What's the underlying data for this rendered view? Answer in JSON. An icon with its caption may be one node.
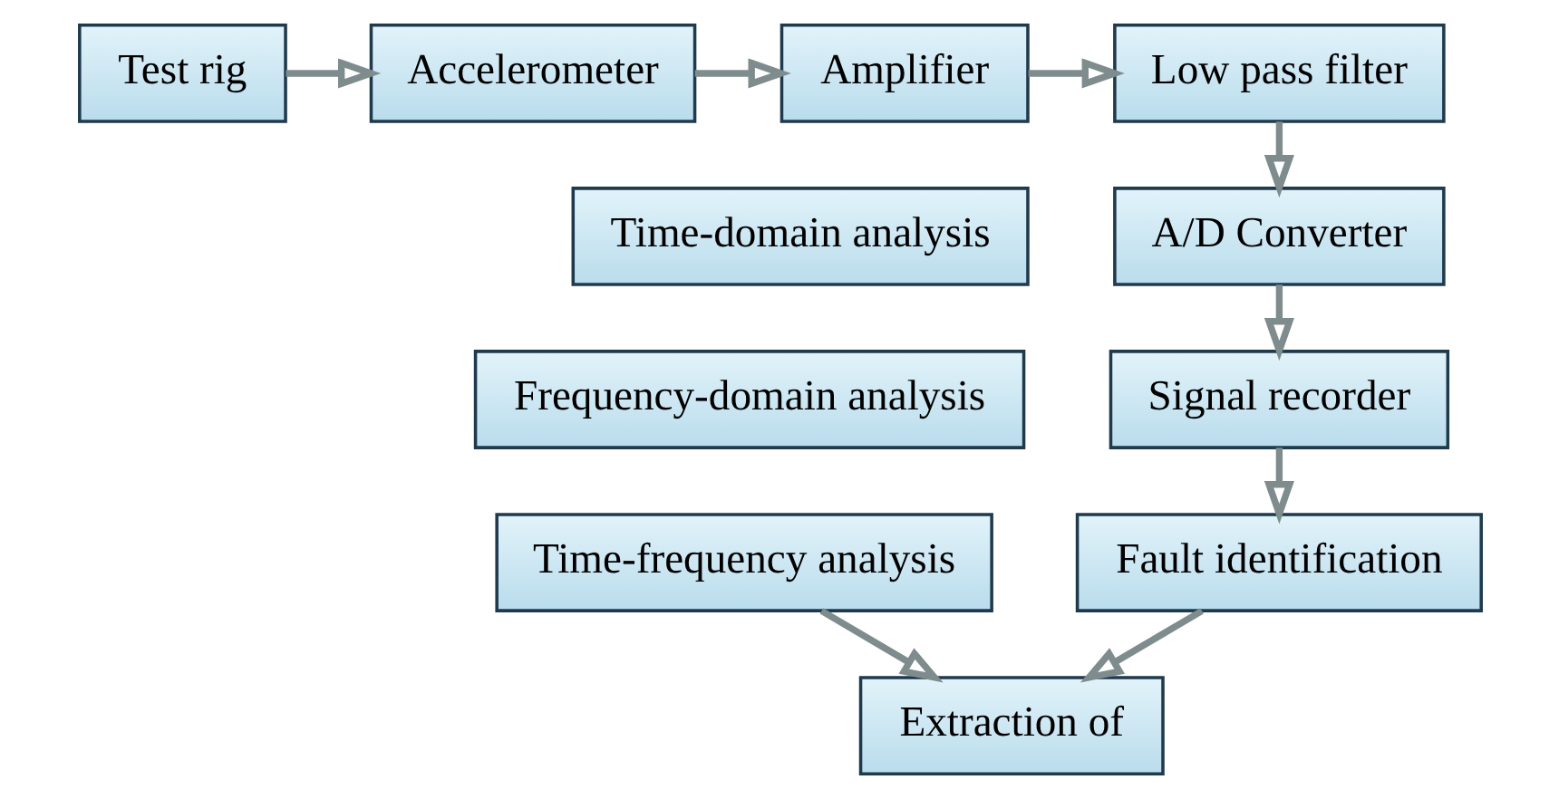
{
  "diagram": {
    "nodes": [
      {
        "text": [
          "Test rig"
        ]
      },
      {
        "text": [
          "Accelerometer"
        ]
      },
      {
        "text": [
          "Amplifier"
        ]
      },
      {
        "text": [
          "Low pass filter"
        ]
      },
      {
        "text": [
          "A/D Converter"
        ]
      },
      {
        "text": [
          "Signal recorder"
        ]
      },
      {
        "text": [
          "Fault identification"
        ]
      },
      {
        "text": [
          "Extraction of"
        ]
      },
      {
        "text": [
          "Time-domain analysis"
        ]
      },
      {
        "text": [
          "Frequency-domain analysis"
        ]
      },
      {
        "text": [
          "Time-frequency analysis"
        ]
      }
    ],
    "edges": [
      {
        "from": 0,
        "to": 1,
        "arrow": "to"
      },
      {
        "from": 1,
        "to": 2,
        "arrow": "to"
      },
      {
        "from": 2,
        "to": 3,
        "arrow": "to"
      },
      {
        "from": 3,
        "to": 4,
        "arrow": "to"
      },
      {
        "from": 4,
        "to": 5,
        "arrow": "to"
      },
      {
        "from": 5,
        "to": 6,
        "arrow": "to"
      },
      {
        "from": 6,
        "to": 7,
        "arrow": "to"
      },
      {
        "from": 10,
        "to": 7,
        "arrow": "to"
      }
    ]
  }
}
